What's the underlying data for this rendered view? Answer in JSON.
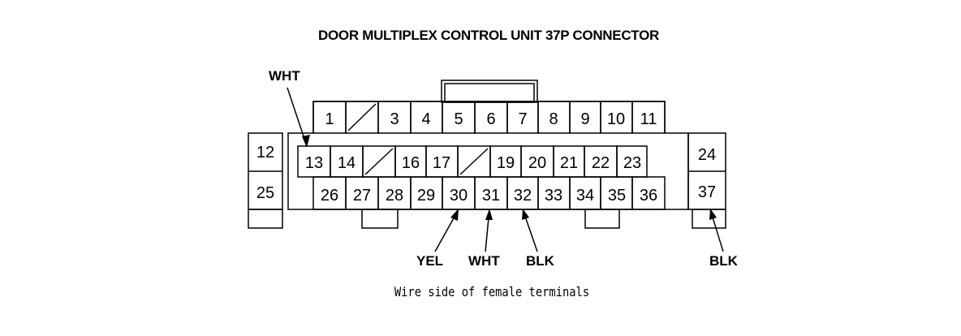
{
  "title": "DOOR MULTIPLEX CONTROL UNIT 37P CONNECTOR",
  "caption": "Wire side of female terminals",
  "colors": {
    "line": "#000000",
    "background": "#ffffff"
  },
  "pins": {
    "p1": "1",
    "p3": "3",
    "p4": "4",
    "p5": "5",
    "p6": "6",
    "p7": "7",
    "p8": "8",
    "p9": "9",
    "p10": "10",
    "p11": "11",
    "p12": "12",
    "p13": "13",
    "p14": "14",
    "p16": "16",
    "p17": "17",
    "p19": "19",
    "p20": "20",
    "p21": "21",
    "p22": "22",
    "p23": "23",
    "p24": "24",
    "p25": "25",
    "p26": "26",
    "p27": "27",
    "p28": "28",
    "p29": "29",
    "p30": "30",
    "p31": "31",
    "p32": "32",
    "p33": "33",
    "p34": "34",
    "p35": "35",
    "p36": "36",
    "p37": "37"
  },
  "wire_labels": {
    "pin13": "WHT",
    "pin30": "YEL",
    "pin31": "WHT",
    "pin32": "BLK",
    "pin37": "BLK"
  }
}
